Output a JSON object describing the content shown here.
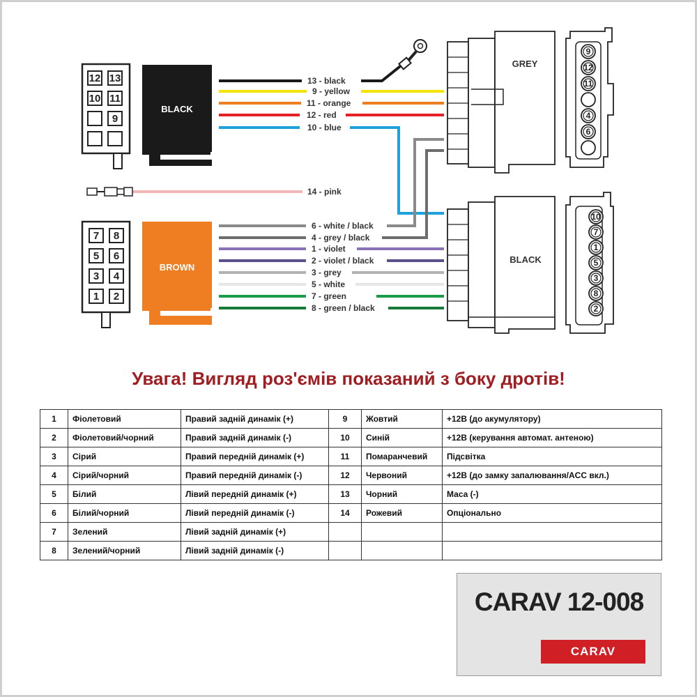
{
  "diagram": {
    "connectors": {
      "iso_power_label": "BLACK",
      "iso_speaker_label": "BROWN",
      "car_power_label": "GREY",
      "car_speaker_label": "BLACK"
    },
    "iso_power_pins": [
      "12",
      "13",
      "10",
      "11",
      "",
      "9",
      "",
      ""
    ],
    "iso_speaker_pins": [
      "7",
      "8",
      "5",
      "6",
      "3",
      "4",
      "1",
      "2"
    ],
    "grey_connector_pins": [
      "9",
      "12",
      "11",
      "",
      "4",
      "6",
      ""
    ],
    "black_connector_pins": [
      "10",
      "7",
      "1",
      "5",
      "3",
      "8",
      "2"
    ],
    "wires": [
      {
        "label": "13 - black",
        "color": "#1a1a1a"
      },
      {
        "label": "9 - yellow",
        "color": "#f5e400"
      },
      {
        "label": "11 - orange",
        "color": "#ef7d22"
      },
      {
        "label": "12 - red",
        "color": "#e42127"
      },
      {
        "label": "10 - blue",
        "color": "#1fa2dc"
      },
      {
        "label": "14 - pink",
        "color": "#f2b6b6"
      },
      {
        "label": "6 - white / black",
        "color": "#8a8a8a"
      },
      {
        "label": "4 - grey / black",
        "color": "#6d6d6d"
      },
      {
        "label": "1 - violet",
        "color": "#8b72b8"
      },
      {
        "label": "2 - violet / black",
        "color": "#5b4f8c"
      },
      {
        "label": "3 - grey",
        "color": "#b3b3b3"
      },
      {
        "label": "5 - white",
        "color": "#e6e6e6"
      },
      {
        "label": "7 - green",
        "color": "#1b9a4a"
      },
      {
        "label": "8 - green / black",
        "color": "#157a3a"
      }
    ],
    "colors": {
      "iso_power": "#1a1a1a",
      "iso_speaker": "#ef7d22"
    }
  },
  "warning": "Увага! Вигляд роз'ємів показаний з боку дротів!",
  "pin_table": {
    "rows": [
      [
        "1",
        "Фіолетовий",
        "Правий задній динамік (+)",
        "9",
        "Жовтий",
        "+12В (до акумулятору)"
      ],
      [
        "2",
        "Фіолетовий/чорний",
        "Правий задній динамік (-)",
        "10",
        "Синій",
        "+12В (керування автомат. антеною)"
      ],
      [
        "3",
        "Сірий",
        "Правий передній динамік (+)",
        "11",
        "Помаранчевий",
        "Підсвітка"
      ],
      [
        "4",
        "Сірий/чорний",
        "Правий передній динамік (-)",
        "12",
        "Червоний",
        "+12В (до замку запалювання/ACC вкл.)"
      ],
      [
        "5",
        "Білий",
        "Лівий передній динамік (+)",
        "13",
        "Чорний",
        "Маса (-)"
      ],
      [
        "6",
        "Білий/чорний",
        "Лівий передній динамік (-)",
        "14",
        "Рожевий",
        "Опціонально"
      ],
      [
        "7",
        "Зелений",
        "Лівий задній динамік (+)",
        "",
        "",
        ""
      ],
      [
        "8",
        "Зелений/чорний",
        "Лівий задній динамік (-)",
        "",
        "",
        ""
      ]
    ]
  },
  "model": {
    "code": "CARAV 12-008",
    "brand": "CARAV",
    "brand_color": "#d11f26"
  }
}
